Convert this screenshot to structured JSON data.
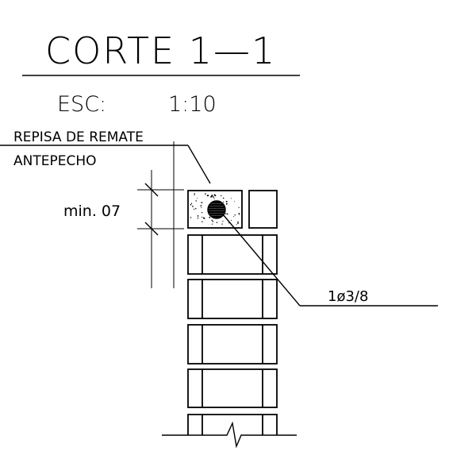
{
  "title": "CORTE 1—1",
  "scale_label": "ESC:",
  "scale_value": "1:10",
  "label_repisa": "REPISA DE REMATE",
  "label_antepecho": "ANTEPECHO",
  "dimension_label": "min. 07",
  "rebar_label": "1ø3/8",
  "colors": {
    "line": "#000000",
    "background": "#ffffff"
  }
}
